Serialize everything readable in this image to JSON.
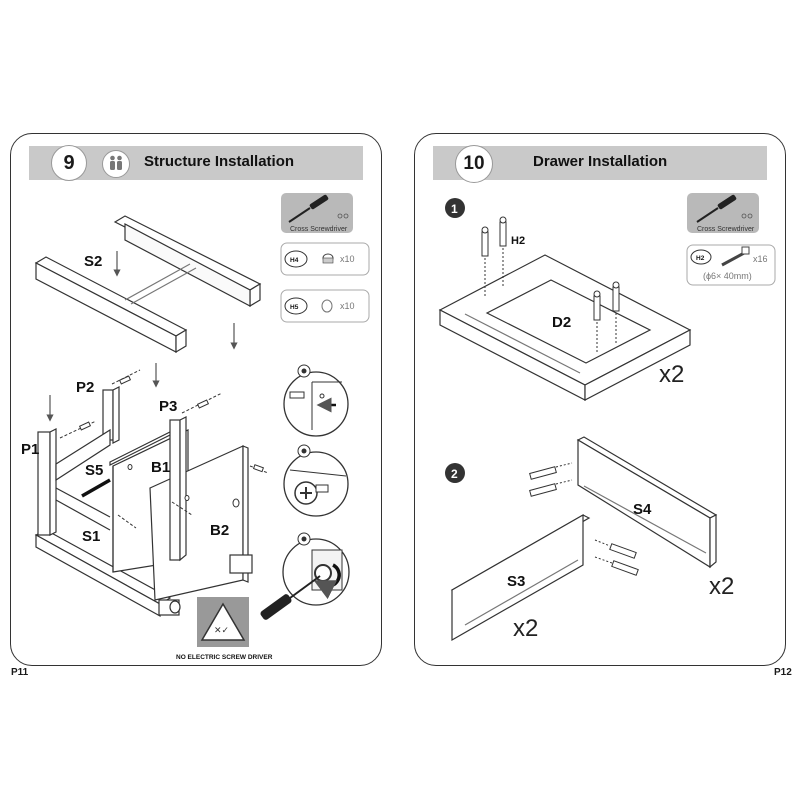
{
  "left": {
    "step": "9",
    "title": "Structure Installation",
    "tool": "Cross Screwdriver",
    "hardware": [
      {
        "code": "H4",
        "qty": "x10"
      },
      {
        "code": "H5",
        "qty": "x10"
      }
    ],
    "parts": {
      "S2": "S2",
      "P2": "P2",
      "P3": "P3",
      "P1": "P1",
      "S5": "S5",
      "B1": "B1",
      "S1": "S1",
      "B2": "B2"
    },
    "warning": "NO ELECTRIC SCREW DRIVER",
    "page": "P11"
  },
  "right": {
    "step": "10",
    "title": "Drawer Installation",
    "tool": "Cross Screwdriver",
    "hardware": {
      "code": "H2",
      "qty": "x16",
      "spec": "(ϕ6× 40mm)"
    },
    "sub_steps": [
      "1",
      "2"
    ],
    "parts": {
      "H2": "H2",
      "D2": "D2",
      "S4": "S4",
      "S3": "S3"
    },
    "multipliers": {
      "d2": "x2",
      "s4": "x2",
      "s3": "x2"
    },
    "page": "P12"
  }
}
